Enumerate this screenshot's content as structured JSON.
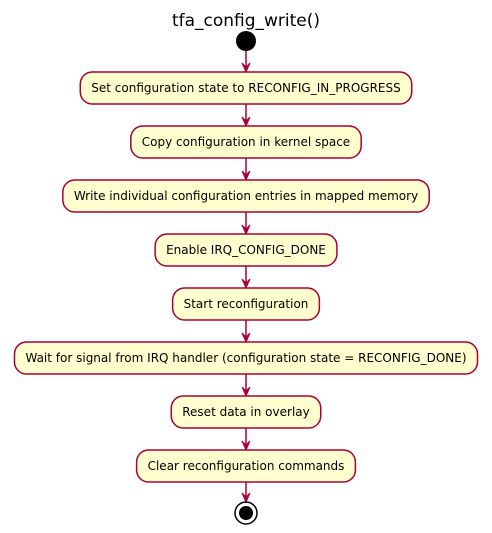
{
  "diagram": {
    "title": "tfa_config_write()",
    "colors": {
      "activity_fill": "#FEFECE",
      "activity_border": "#A80036",
      "arrow": "#A80036",
      "node": "#000000",
      "background": "#FFFFFF"
    },
    "steps": [
      {
        "label": "Set configuration state to RECONFIG_IN_PROGRESS"
      },
      {
        "label": "Copy configuration in kernel space"
      },
      {
        "label": "Write individual configuration entries in mapped memory"
      },
      {
        "label": "Enable IRQ_CONFIG_DONE"
      },
      {
        "label": "Start reconfiguration"
      },
      {
        "label": "Wait for signal from IRQ handler (configuration state = RECONFIG_DONE)"
      },
      {
        "label": "Reset data in overlay"
      },
      {
        "label": "Clear reconfiguration commands"
      }
    ]
  }
}
